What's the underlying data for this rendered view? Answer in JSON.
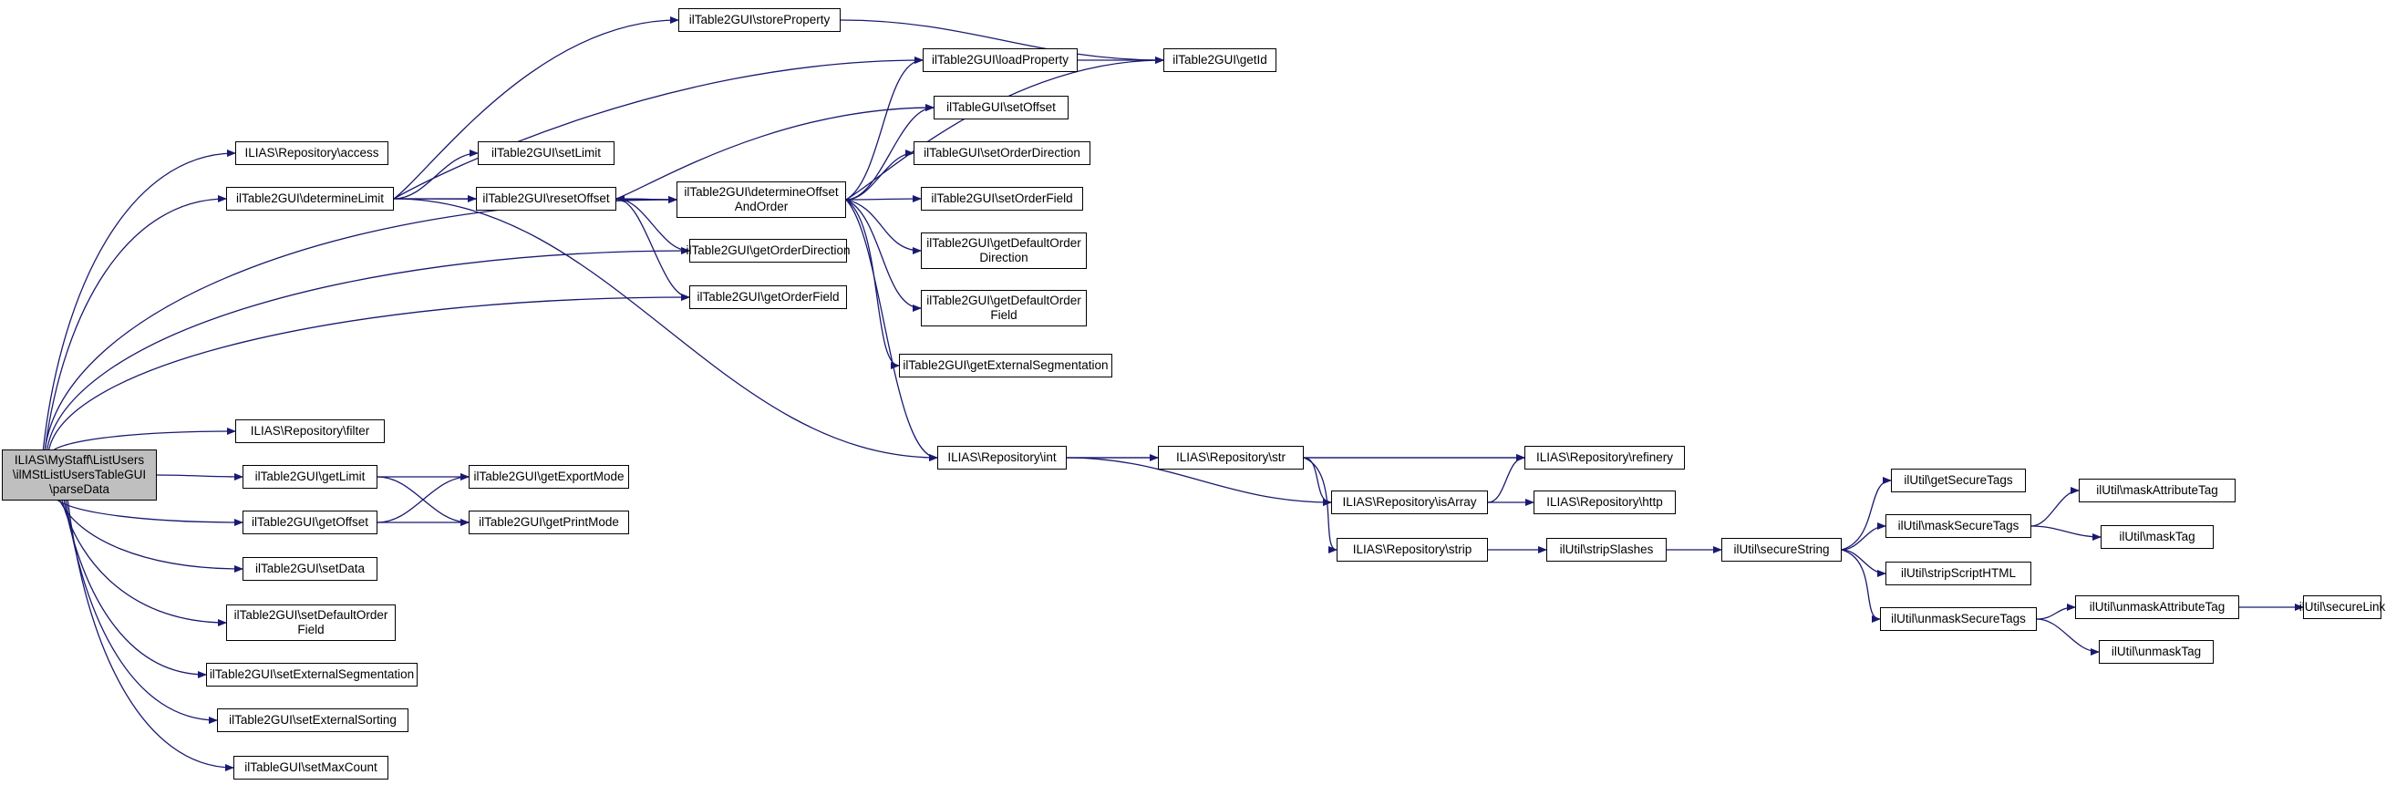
{
  "diagram": {
    "nodes": [
      {
        "id": "root",
        "label": "ILIAS\\MyStaff\\ListUsers\n\\ilMStListUsersTableGUI\n\\parseData",
        "root": true
      },
      {
        "id": "access",
        "label": "ILIAS\\Repository\\access"
      },
      {
        "id": "determineLimit",
        "label": "ilTable2GUI\\determineLimit"
      },
      {
        "id": "determineOffset",
        "label": "ilTable2GUI\\determineOffset\nAndOrder"
      },
      {
        "id": "getOrderDirection",
        "label": "ilTable2GUI\\getOrderDirection"
      },
      {
        "id": "getOrderField",
        "label": "ilTable2GUI\\getOrderField"
      },
      {
        "id": "filter",
        "label": "ILIAS\\Repository\\filter"
      },
      {
        "id": "getLimit",
        "label": "ilTable2GUI\\getLimit"
      },
      {
        "id": "getOffset",
        "label": "ilTable2GUI\\getOffset"
      },
      {
        "id": "setData",
        "label": "ilTable2GUI\\setData"
      },
      {
        "id": "setDefaultOrderField",
        "label": "ilTable2GUI\\setDefaultOrder\nField"
      },
      {
        "id": "setExternalSegmentation",
        "label": "ilTable2GUI\\setExternalSegmentation"
      },
      {
        "id": "setExternalSorting",
        "label": "ilTable2GUI\\setExternalSorting"
      },
      {
        "id": "setMaxCount",
        "label": "ilTableGUI\\setMaxCount"
      },
      {
        "id": "storeProperty",
        "label": "ilTable2GUI\\storeProperty"
      },
      {
        "id": "loadProperty",
        "label": "ilTable2GUI\\loadProperty"
      },
      {
        "id": "setLimit",
        "label": "ilTable2GUI\\setLimit"
      },
      {
        "id": "resetOffset",
        "label": "ilTable2GUI\\resetOffset"
      },
      {
        "id": "repoInt",
        "label": "ILIAS\\Repository\\int"
      },
      {
        "id": "getId",
        "label": "ilTable2GUI\\getId"
      },
      {
        "id": "setOffset",
        "label": "ilTableGUI\\setOffset"
      },
      {
        "id": "setOrderDirection",
        "label": "ilTableGUI\\setOrderDirection"
      },
      {
        "id": "setOrderField",
        "label": "ilTable2GUI\\setOrderField"
      },
      {
        "id": "getDefaultOrderDirection",
        "label": "ilTable2GUI\\getDefaultOrder\nDirection"
      },
      {
        "id": "getDefaultOrderField",
        "label": "ilTable2GUI\\getDefaultOrder\nField"
      },
      {
        "id": "getExternalSegmentation",
        "label": "ilTable2GUI\\getExternalSegmentation"
      },
      {
        "id": "getExportMode",
        "label": "ilTable2GUI\\getExportMode"
      },
      {
        "id": "getPrintMode",
        "label": "ilTable2GUI\\getPrintMode"
      },
      {
        "id": "repoStr",
        "label": "ILIAS\\Repository\\str"
      },
      {
        "id": "refinery",
        "label": "ILIAS\\Repository\\refinery"
      },
      {
        "id": "isArray",
        "label": "ILIAS\\Repository\\isArray"
      },
      {
        "id": "http",
        "label": "ILIAS\\Repository\\http"
      },
      {
        "id": "strip",
        "label": "ILIAS\\Repository\\strip"
      },
      {
        "id": "stripSlashes",
        "label": "ilUtil\\stripSlashes"
      },
      {
        "id": "secureString",
        "label": "ilUtil\\secureString"
      },
      {
        "id": "getSecureTags",
        "label": "ilUtil\\getSecureTags"
      },
      {
        "id": "maskSecureTags",
        "label": "ilUtil\\maskSecureTags"
      },
      {
        "id": "stripScriptHTML",
        "label": "ilUtil\\stripScriptHTML"
      },
      {
        "id": "unmaskSecureTags",
        "label": "ilUtil\\unmaskSecureTags"
      },
      {
        "id": "maskAttributeTag",
        "label": "ilUtil\\maskAttributeTag"
      },
      {
        "id": "maskTag",
        "label": "ilUtil\\maskTag"
      },
      {
        "id": "unmaskAttributeTag",
        "label": "ilUtil\\unmaskAttributeTag"
      },
      {
        "id": "unmaskTag",
        "label": "ilUtil\\unmaskTag"
      },
      {
        "id": "secureLink",
        "label": "ilUtil\\secureLink"
      }
    ],
    "edges": [
      [
        "root",
        "access"
      ],
      [
        "root",
        "determineLimit"
      ],
      [
        "root",
        "determineOffset"
      ],
      [
        "root",
        "getOrderDirection"
      ],
      [
        "root",
        "getOrderField"
      ],
      [
        "root",
        "filter"
      ],
      [
        "root",
        "getLimit"
      ],
      [
        "root",
        "getOffset"
      ],
      [
        "root",
        "setData"
      ],
      [
        "root",
        "setDefaultOrderField"
      ],
      [
        "root",
        "setExternalSegmentation"
      ],
      [
        "root",
        "setExternalSorting"
      ],
      [
        "root",
        "setMaxCount"
      ],
      [
        "determineLimit",
        "storeProperty"
      ],
      [
        "determineLimit",
        "loadProperty"
      ],
      [
        "determineLimit",
        "setLimit"
      ],
      [
        "determineLimit",
        "resetOffset"
      ],
      [
        "determineLimit",
        "determineOffset"
      ],
      [
        "determineLimit",
        "repoInt"
      ],
      [
        "storeProperty",
        "getId"
      ],
      [
        "loadProperty",
        "getId"
      ],
      [
        "resetOffset",
        "setOffset"
      ],
      [
        "resetOffset",
        "determineOffset"
      ],
      [
        "resetOffset",
        "getOrderDirection"
      ],
      [
        "resetOffset",
        "getOrderField"
      ],
      [
        "determineOffset",
        "loadProperty"
      ],
      [
        "determineOffset",
        "setOffset"
      ],
      [
        "determineOffset",
        "setOrderDirection"
      ],
      [
        "determineOffset",
        "setOrderField"
      ],
      [
        "determineOffset",
        "getDefaultOrderDirection"
      ],
      [
        "determineOffset",
        "getDefaultOrderField"
      ],
      [
        "determineOffset",
        "getExternalSegmentation"
      ],
      [
        "determineOffset",
        "repoInt"
      ],
      [
        "determineOffset",
        "getId"
      ],
      [
        "determineOffset",
        "resetOffset"
      ],
      [
        "getLimit",
        "getExportMode"
      ],
      [
        "getLimit",
        "getPrintMode"
      ],
      [
        "getOffset",
        "getExportMode"
      ],
      [
        "getOffset",
        "getPrintMode"
      ],
      [
        "repoInt",
        "refinery"
      ],
      [
        "repoInt",
        "repoStr"
      ],
      [
        "repoInt",
        "isArray"
      ],
      [
        "repoStr",
        "refinery"
      ],
      [
        "repoStr",
        "isArray"
      ],
      [
        "repoStr",
        "strip"
      ],
      [
        "isArray",
        "refinery"
      ],
      [
        "isArray",
        "http"
      ],
      [
        "strip",
        "stripSlashes"
      ],
      [
        "stripSlashes",
        "secureString"
      ],
      [
        "secureString",
        "getSecureTags"
      ],
      [
        "secureString",
        "maskSecureTags"
      ],
      [
        "secureString",
        "stripScriptHTML"
      ],
      [
        "secureString",
        "unmaskSecureTags"
      ],
      [
        "maskSecureTags",
        "maskAttributeTag"
      ],
      [
        "maskSecureTags",
        "maskTag"
      ],
      [
        "unmaskSecureTags",
        "unmaskAttributeTag"
      ],
      [
        "unmaskSecureTags",
        "unmaskTag"
      ],
      [
        "unmaskAttributeTag",
        "secureLink"
      ]
    ],
    "edge_color": "#191970",
    "node_border_color": "#000000",
    "root_fill": "#bfbfbf"
  }
}
